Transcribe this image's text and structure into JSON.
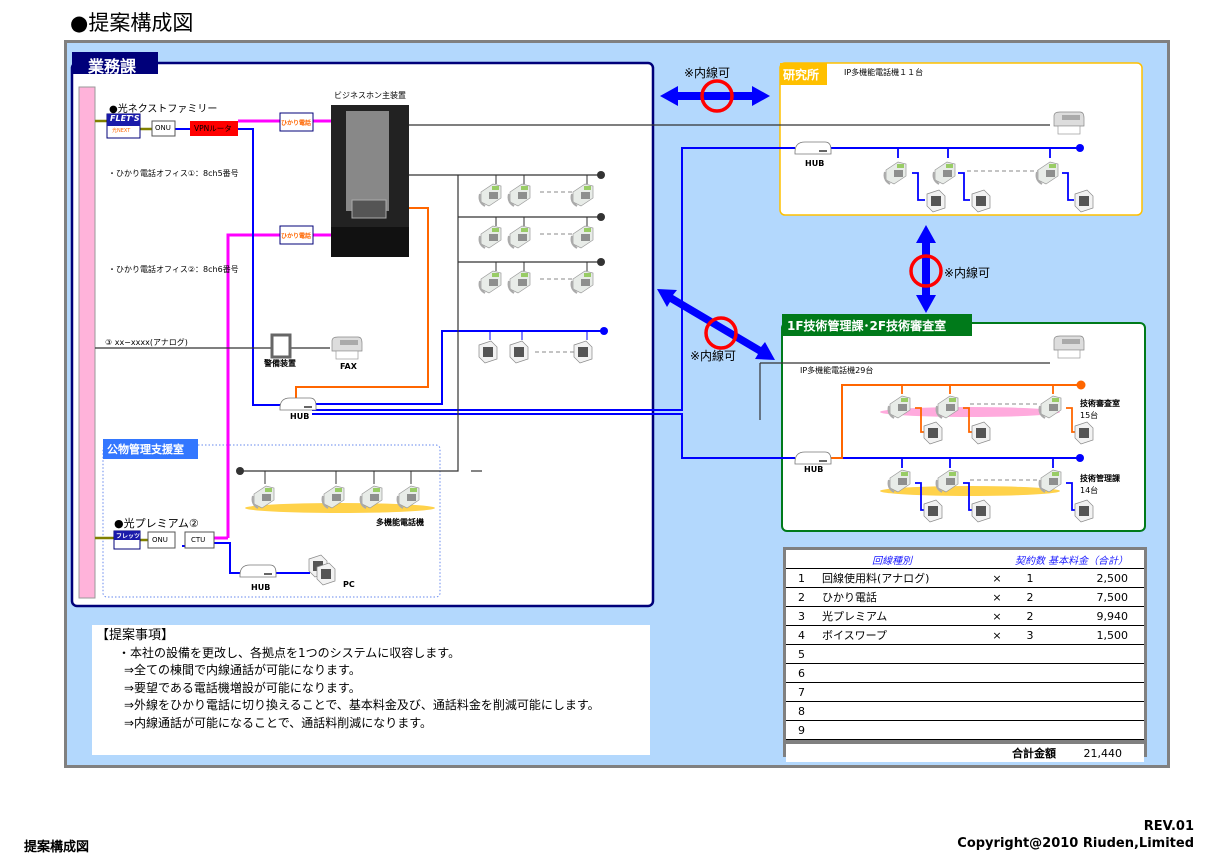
{
  "page": {
    "title": "●提案構成図",
    "footer_left": "提案構成図",
    "footer_rev": "REV.01",
    "footer_copyright": "Copyright@2010 Riuden,Limited"
  },
  "colors": {
    "background": "#b3d8fd",
    "gyomu_header": "#00007a",
    "kenkyu_header": "#ffc000",
    "gijutsu_header": "#007a1a",
    "koubutsu_header": "#3377ff",
    "line_magenta": "#ff00ff",
    "line_blue": "#0000ff",
    "line_orange": "#ff6600",
    "circle_red": "#ff0000"
  },
  "sites": {
    "gyomu": {
      "name": "業務課",
      "hikari_next": "●光ネクストファミリー",
      "flets_label": "FLET'S",
      "flets_sub": "光NEXT",
      "onu": "ONU",
      "vpn_router": "VPNルータ",
      "hikari_denwa_badge": "ひかり電話",
      "office1": "・ひかり電話オフィス①：8ch5番号",
      "office2": "・ひかり電話オフィス②：8ch6番号",
      "analog": "③ xx−xxxx(アナログ)",
      "business_phone": "ビジネスホン主装置",
      "security": "警備装置",
      "fax": "FAX",
      "hub": "HUB"
    },
    "koubutsu": {
      "name": "公物管理支援室",
      "hikari_premium": "●光プレミアム②",
      "flets_label": "フレッツ",
      "flets_sub": "光プレミアム",
      "onu": "ONU",
      "ctu": "CTU",
      "hub": "HUB",
      "pc": "PC",
      "phones": "多機能電話機"
    },
    "kenkyu": {
      "name": "研究所",
      "phones_count": "IP多機能電話機１１台",
      "hub": "HUB"
    },
    "gijutsu": {
      "name": "1F技術管理課･2F技術審査室",
      "phones_count": "IP多機能電話機29台",
      "hub": "HUB",
      "shinsa": "技術審査室",
      "shinsa_count": "15台",
      "kanri": "技術管理課",
      "kanri_count": "14台"
    }
  },
  "links": {
    "naisen_label": "※内線可"
  },
  "proposal": {
    "title": "【提案事項】",
    "bullet": "・本社の設備を更改し、各拠点を1つのシステムに収容します。",
    "items": [
      "⇒全ての棟間で内線通話が可能になります。",
      "⇒要望である電話機増設が可能になります。",
      "⇒外線をひかり電話に切り換えることで、基本料金及び、通話料金を削減可能にします。",
      "⇒内線通話が可能になることで、通話料削減になります。"
    ]
  },
  "fee_table": {
    "headers": {
      "type": "回線種別",
      "count": "契約数",
      "fee": "基本料金（合計）"
    },
    "rows": [
      {
        "no": "1",
        "type": "回線使用料(アナログ)",
        "x": "×",
        "count": "1",
        "fee": "2,500"
      },
      {
        "no": "2",
        "type": "ひかり電話",
        "x": "×",
        "count": "2",
        "fee": "7,500"
      },
      {
        "no": "3",
        "type": "光プレミアム",
        "x": "×",
        "count": "2",
        "fee": "9,940"
      },
      {
        "no": "4",
        "type": "ボイスワープ",
        "x": "×",
        "count": "3",
        "fee": "1,500"
      },
      {
        "no": "5",
        "type": "",
        "x": "",
        "count": "",
        "fee": ""
      },
      {
        "no": "6",
        "type": "",
        "x": "",
        "count": "",
        "fee": ""
      },
      {
        "no": "7",
        "type": "",
        "x": "",
        "count": "",
        "fee": ""
      },
      {
        "no": "8",
        "type": "",
        "x": "",
        "count": "",
        "fee": ""
      },
      {
        "no": "9",
        "type": "",
        "x": "",
        "count": "",
        "fee": ""
      }
    ],
    "total_label": "合計金額",
    "total_value": "21,440"
  }
}
